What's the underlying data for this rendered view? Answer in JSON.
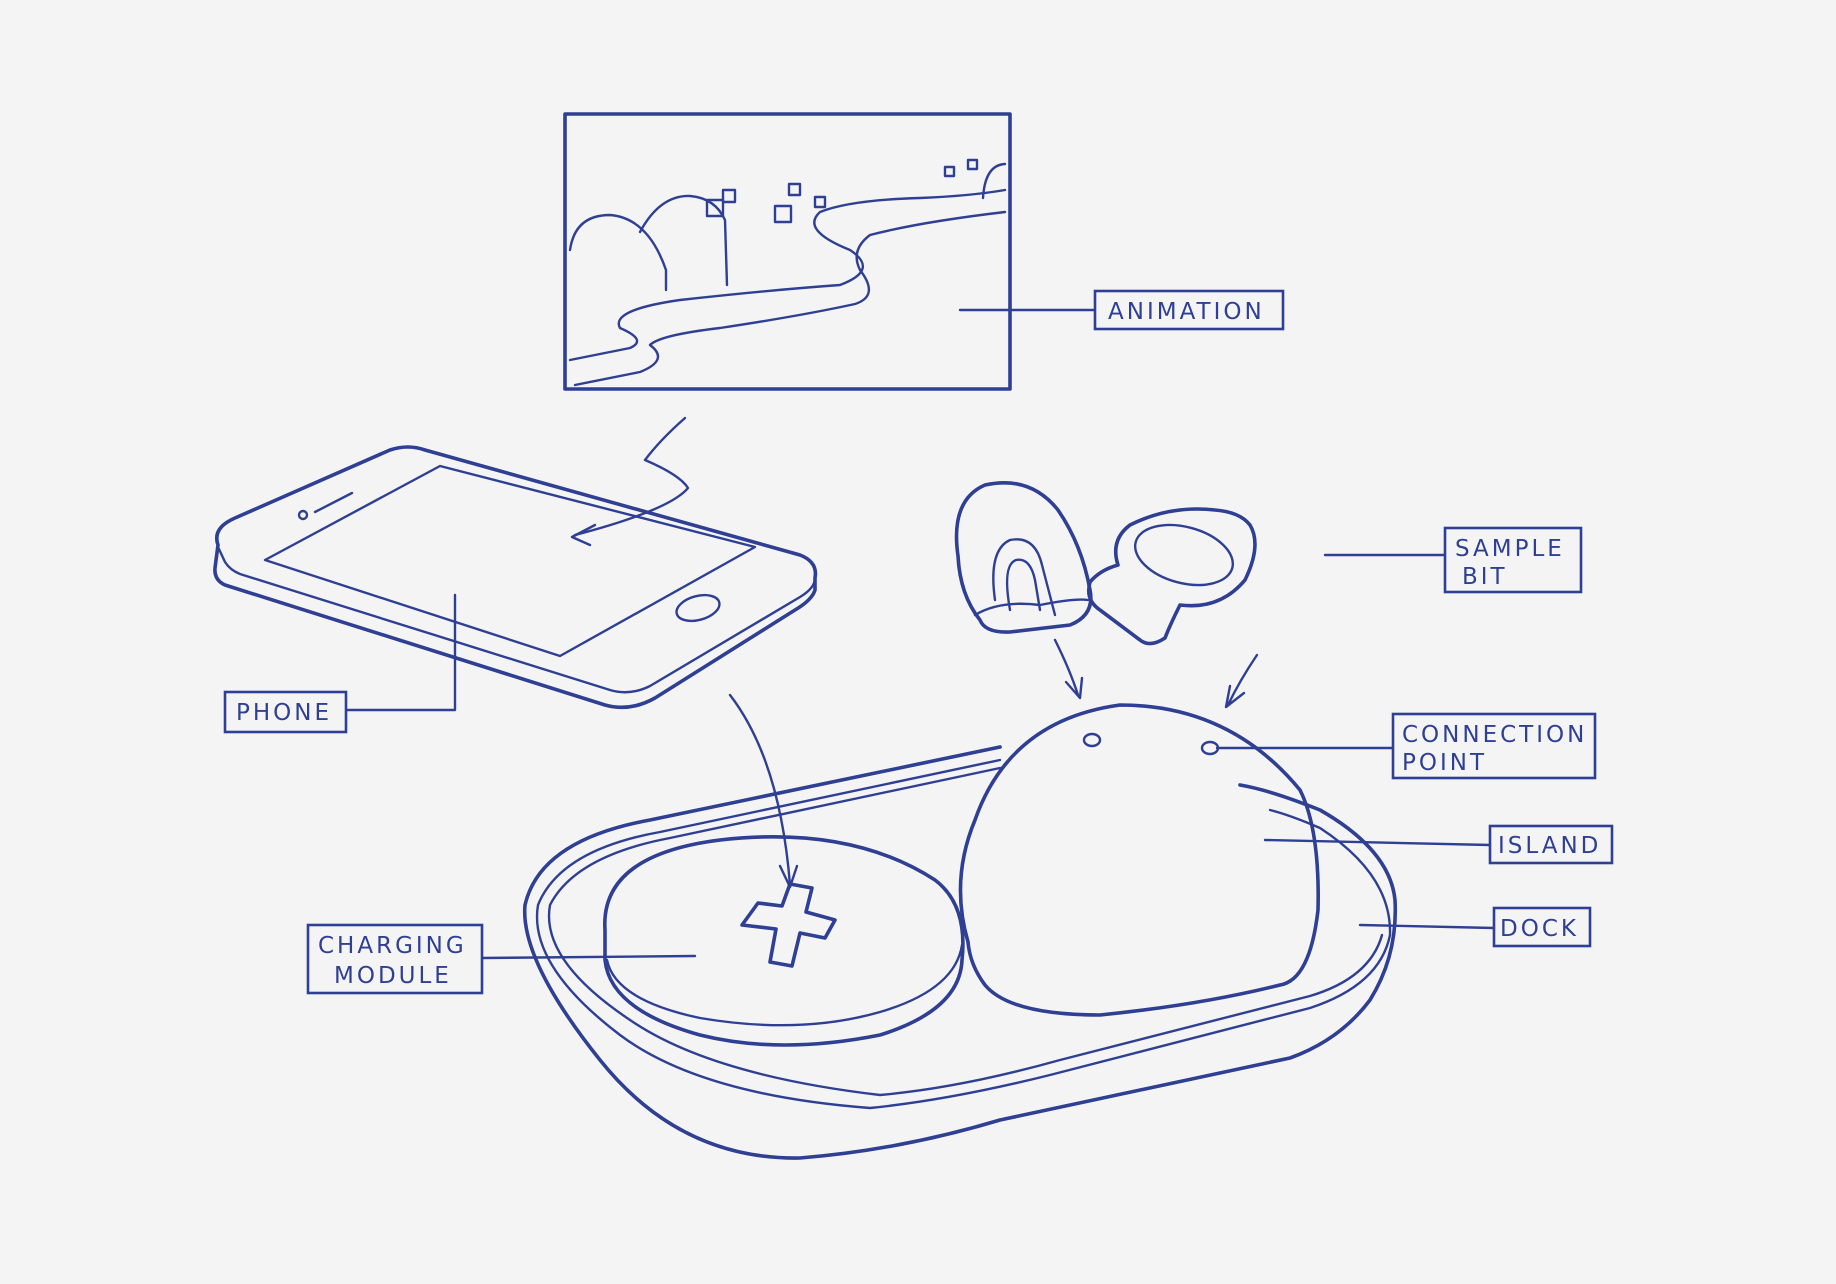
{
  "colors": {
    "ink": "#2e3f94",
    "paper": "#f4f4f4"
  },
  "labels": {
    "animation": "ANIMATION",
    "sample_bit_1": "SAMPLE",
    "sample_bit_2": "BIT",
    "phone": "PHONE",
    "connection_point_1": "CONNECTION",
    "connection_point_2": "POINT",
    "island": "ISLAND",
    "dock": "DOCK",
    "charging_module_1": "CHARGING",
    "charging_module_2": "MODULE"
  }
}
